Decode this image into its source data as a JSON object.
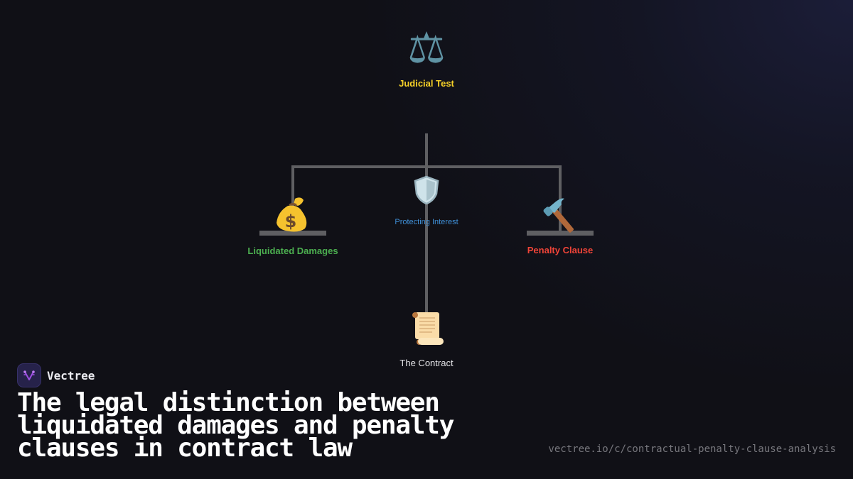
{
  "diagram": {
    "nodes": {
      "judicial_test": {
        "label": "Judicial Test",
        "icon": "balance-scale-icon",
        "glyph": "⚖",
        "color": "#f5d028"
      },
      "protecting_interest": {
        "label": "Protecting Interest",
        "icon": "shield-icon",
        "glyph": "⛉",
        "color": "#3f8fd6"
      },
      "liquidated_damages": {
        "label": "Liquidated Damages",
        "icon": "money-bag-icon",
        "glyph": "💰",
        "color": "#4caf50"
      },
      "penalty_clause": {
        "label": "Penalty Clause",
        "icon": "hammer-icon",
        "glyph": "🔨",
        "color": "#f04438"
      },
      "the_contract": {
        "label": "The Contract",
        "icon": "scroll-icon",
        "glyph": "📜",
        "color": "#e4e4e8"
      }
    },
    "connector_color": "#5f5f62"
  },
  "brand": {
    "name": "Vectree",
    "logo_icon": "vectree-logo-icon"
  },
  "headline": "The legal distinction between liquidated damages and penalty clauses in contract law",
  "url": "vectree.io/c/contractual-penalty-clause-analysis"
}
